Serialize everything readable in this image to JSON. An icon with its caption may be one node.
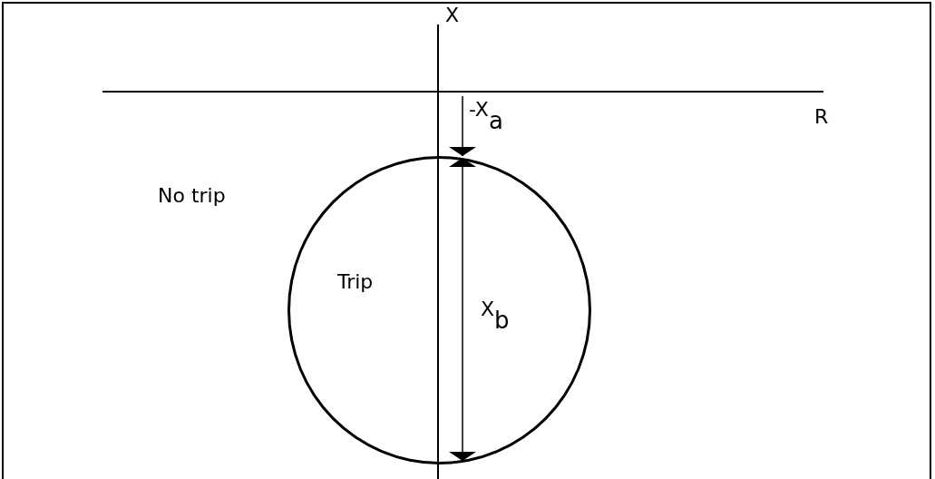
{
  "diagram": {
    "nodes": [
      {
        "text": [
          "Trip"
        ]
      }
    ],
    "labels": [
      "X",
      "R",
      "-X$_{a}$",
      "No trip",
      "X$_{b}$"
    ]
  }
}
